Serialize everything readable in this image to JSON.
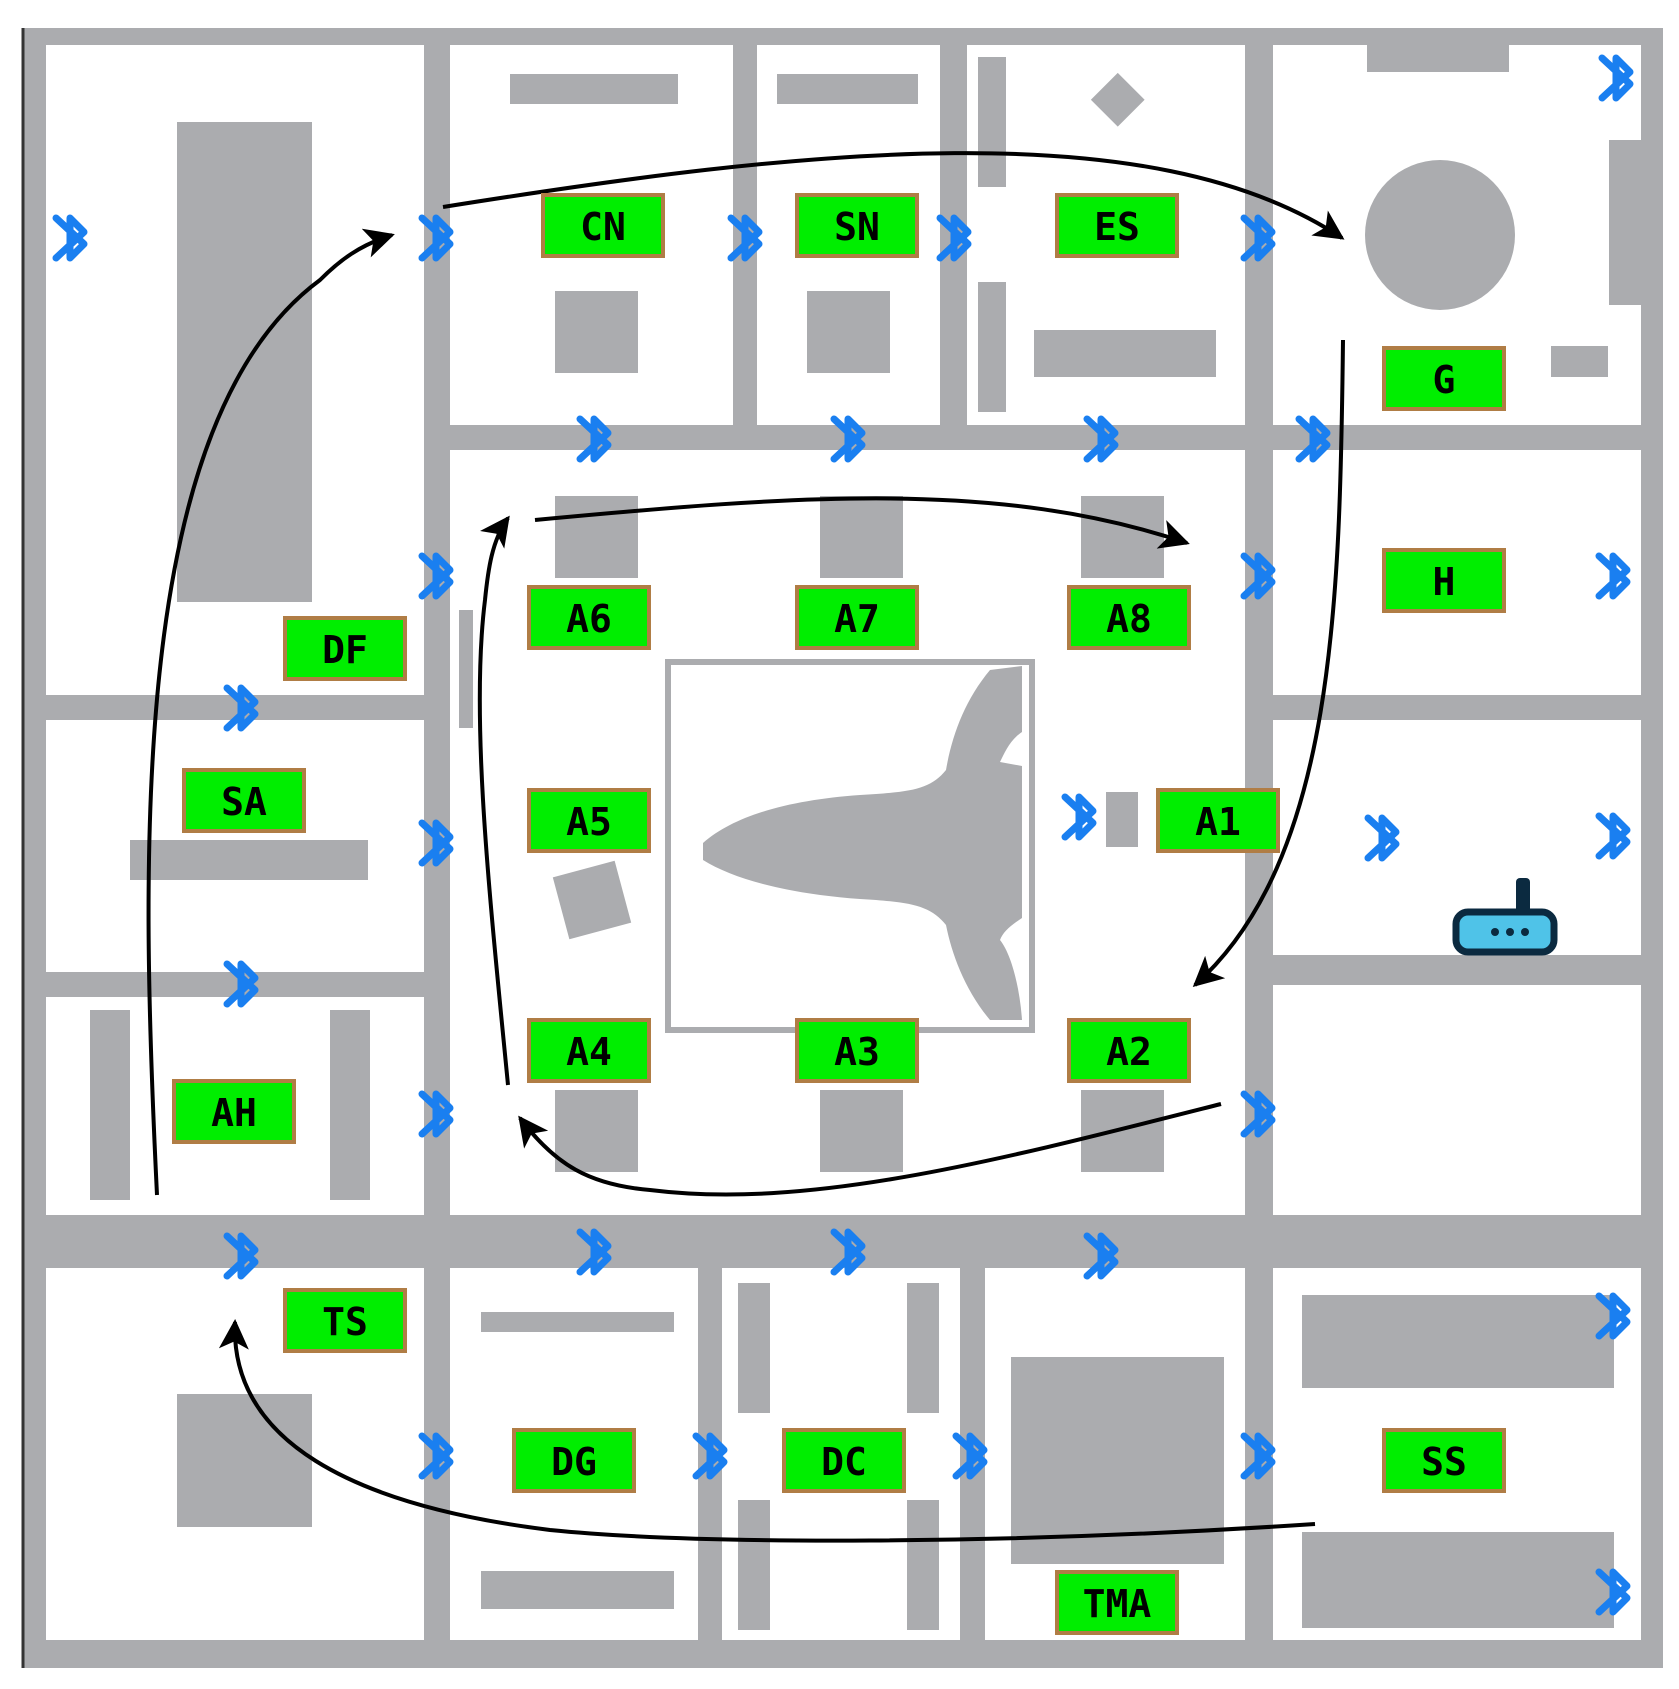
{
  "colors": {
    "road": "#abacaf",
    "block": "#ffffff",
    "building": "#abacaf",
    "label_fill": "#00ee00",
    "label_border": "#b07d45",
    "beacon": "#1a7ff0",
    "path": "#000000",
    "router_body": "#4fc3e8",
    "router_outline": "#0b2a40"
  },
  "icons": {
    "beacon": "bluetooth-icon",
    "gateway": "wifi-router-icon"
  },
  "labels": {
    "cn": "CN",
    "sn": "SN",
    "es": "ES",
    "g": "G",
    "a6": "A6",
    "a7": "A7",
    "a8": "A8",
    "h": "H",
    "df": "DF",
    "sa": "SA",
    "a5": "A5",
    "a1": "A1",
    "a4": "A4",
    "a3": "A3",
    "a2": "A2",
    "ah": "AH",
    "ts": "TS",
    "dg": "DG",
    "dc": "DC",
    "ss": "SS",
    "tma": "TMA"
  }
}
